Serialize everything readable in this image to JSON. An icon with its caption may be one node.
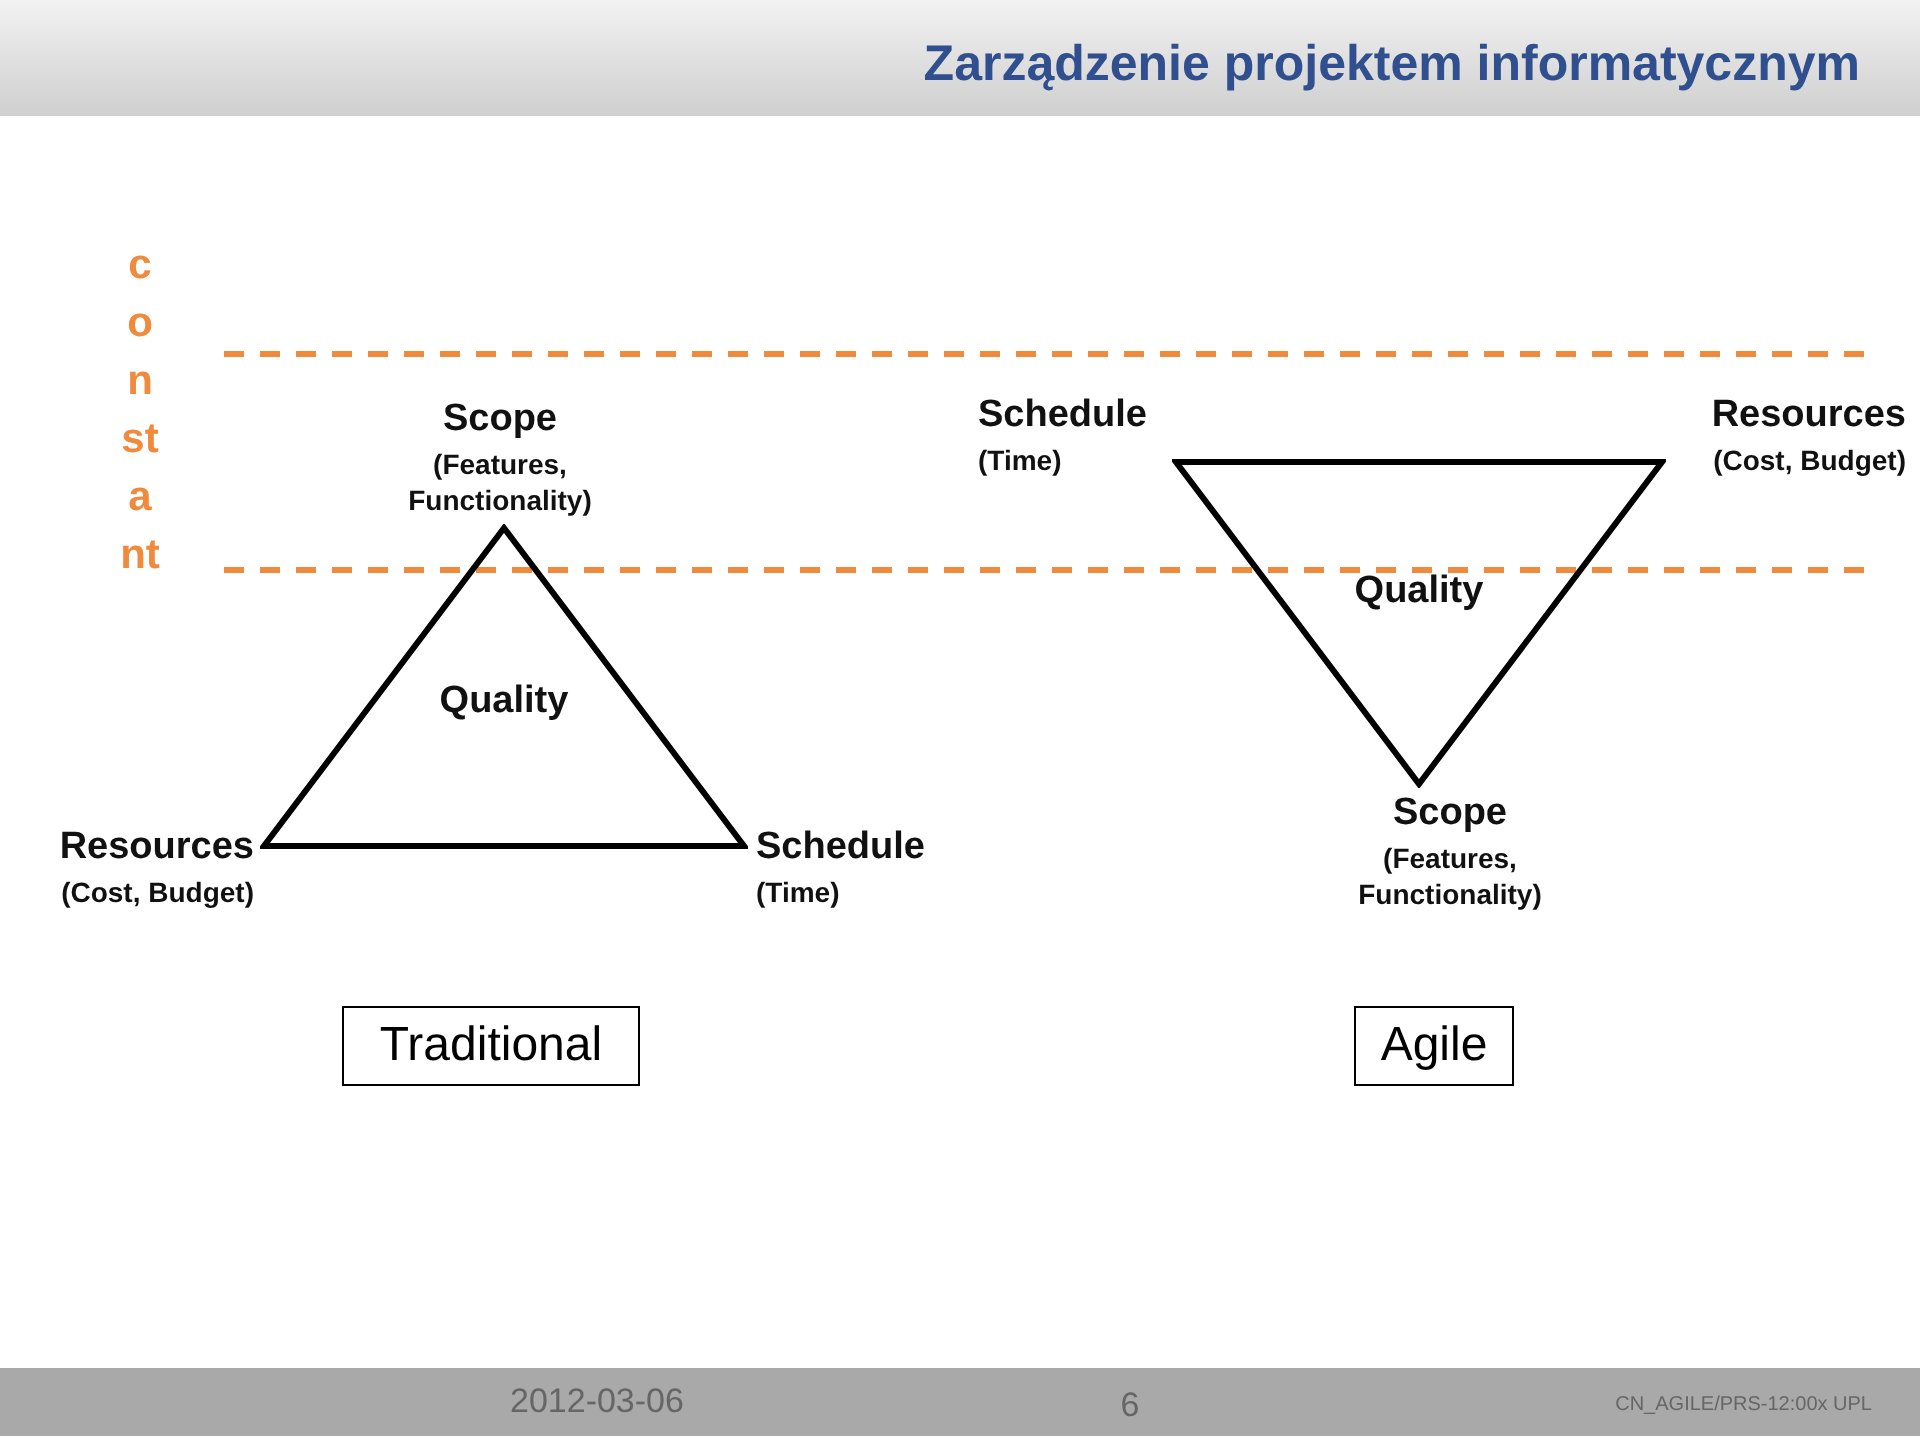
{
  "diagram": {
    "title": "Zarządzenie projektem informatycznym",
    "nodes": [
      {
        "text": [
          "Quality"
        ]
      },
      {
        "text": [
          "Quality"
        ]
      },
      {
        "text": [
          "Traditional"
        ]
      },
      {
        "text": [
          "Agile"
        ]
      }
    ],
    "labels": [
      "constant",
      "Scope",
      "(Features, Functionality)",
      "Schedule",
      "(Time)",
      "Resources",
      "(Cost, Budget)",
      "Resources",
      "(Cost, Budget)",
      "Schedule",
      "(Time)",
      "Scope",
      "(Features, Functionality)",
      "2012-03-06",
      "6",
      "CN_AGILE/PRS-12:00x UPL"
    ]
  }
}
